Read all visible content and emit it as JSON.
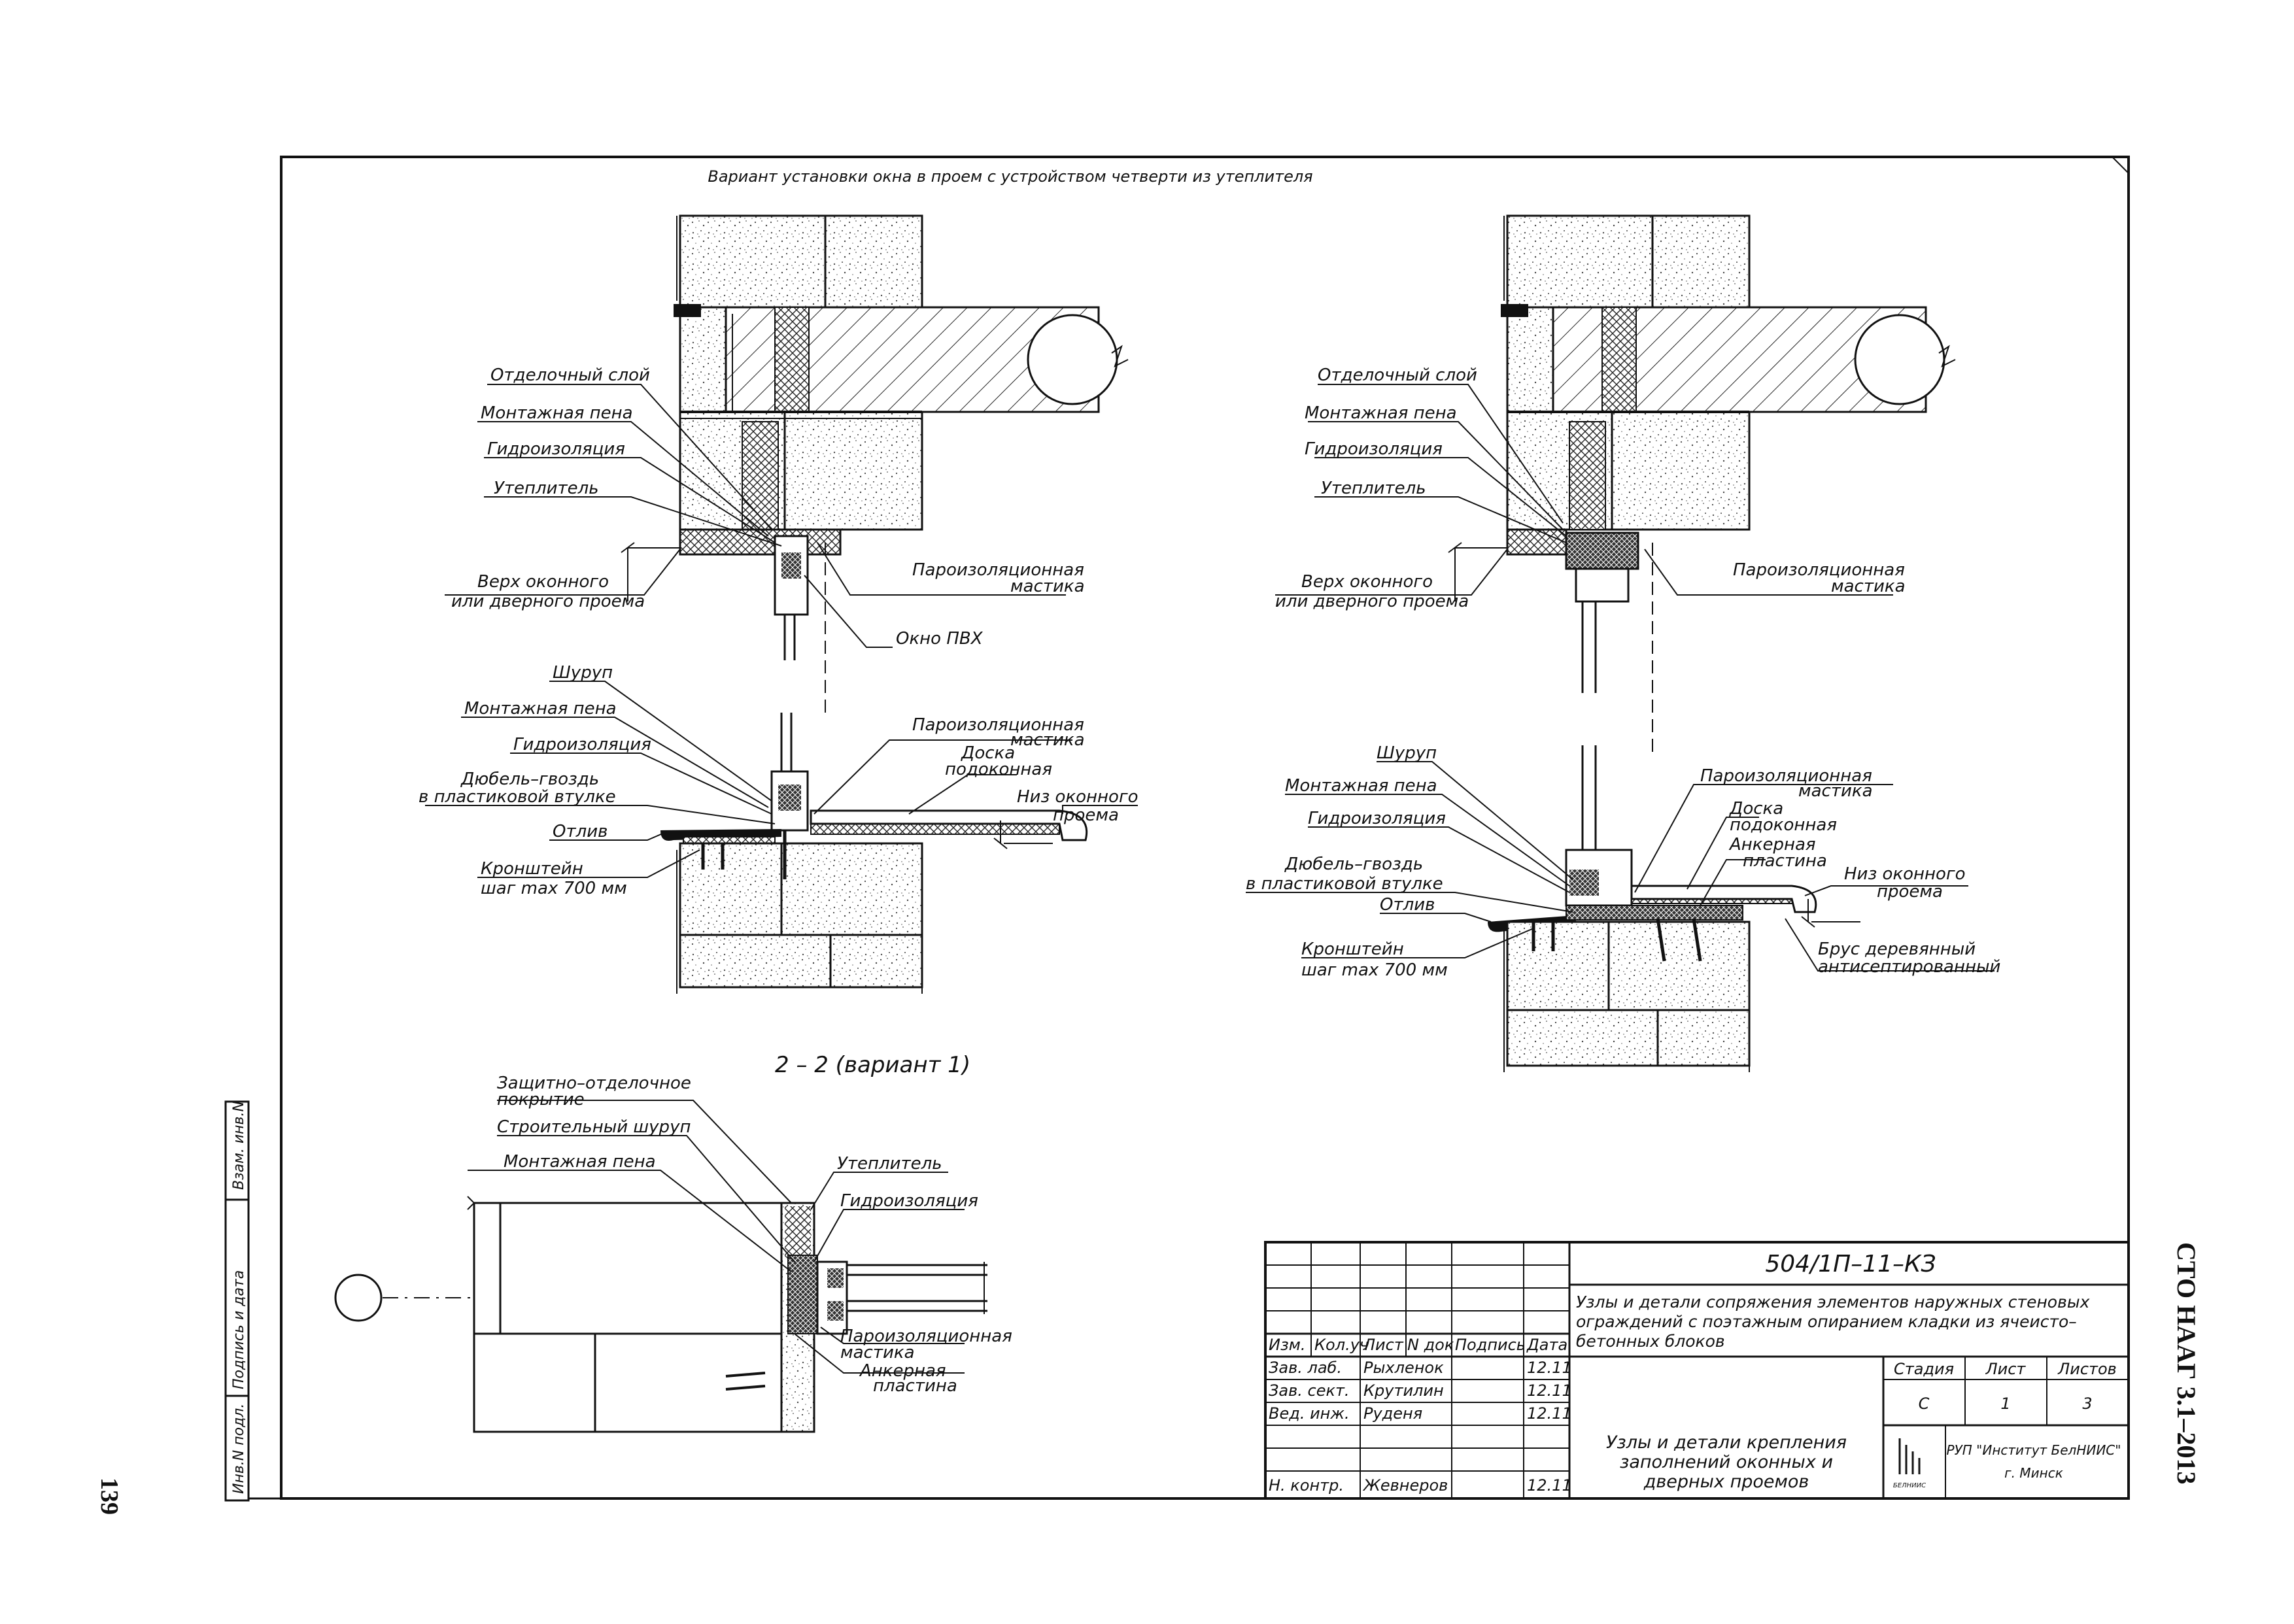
{
  "page_title": "Вариант установки окна в проем с устройством четверти из утеплителя",
  "section_label": "2 – 2 (вариант 1)",
  "top_left_labels": {
    "finish": "Отделочный слой",
    "foam": "Монтажная пена",
    "waterproof": "Гидроизоляция",
    "insulation": "Утеплитель",
    "top_opening_1": "Верх оконного",
    "top_opening_2": "или дверного проема",
    "vapor_1": "Пароизоляционная",
    "vapor_2": "мастика",
    "window": "Окно ПВХ"
  },
  "bottom_left_labels": {
    "screw": "Шуруп",
    "foam": "Монтажная пена",
    "waterproof": "Гидроизоляция",
    "dowel_1": "Дюбель–гвоздь",
    "dowel_2": "в пластиковой втулке",
    "drip": "Отлив",
    "bracket_1": "Кронштейн",
    "bracket_2": "шаг max 700 мм",
    "vapor_1": "Пароизоляционная",
    "vapor_2": "мастика",
    "sill_1": "Доска",
    "sill_2": "подоконная",
    "bottom_opening_1": "Низ оконного",
    "bottom_opening_2": "проема"
  },
  "top_right_labels": {
    "finish": "Отделочный слой",
    "foam": "Монтажная пена",
    "waterproof": "Гидроизоляция",
    "insulation": "Утеплитель",
    "top_opening_1": "Верх оконного",
    "top_opening_2": "или дверного проема",
    "vapor_1": "Пароизоляционная",
    "vapor_2": "мастика"
  },
  "bottom_right_labels": {
    "screw": "Шуруп",
    "foam": "Монтажная пена",
    "waterproof": "Гидроизоляция",
    "dowel_1": "Дюбель–гвоздь",
    "dowel_2": "в пластиковой втулке",
    "drip": "Отлив",
    "bracket_1": "Кронштейн",
    "bracket_2": "шаг max 700 мм",
    "vapor_1": "Пароизоляционная",
    "vapor_2": "мастика",
    "sill_1": "Доска",
    "sill_2": "подоконная",
    "anchor_1": "Анкерная",
    "anchor_2": "пластина",
    "bottom_opening_1": "Низ оконного",
    "bottom_opening_2": "проема",
    "timber_1": "Брус деревянный",
    "timber_2": "антисептированный"
  },
  "section_labels": {
    "protective_1": "Защитно–отделочное",
    "protective_2": "покрытие",
    "construction_screw": "Строительный шуруп",
    "foam": "Монтажная пена",
    "insulation": "Утеплитель",
    "waterproof": "Гидроизоляция",
    "vapor_1": "Пароизоляционная",
    "vapor_2": "мастика",
    "anchor_1": "Анкерная",
    "anchor_2": "пластина"
  },
  "title_block": {
    "code": "504/1П–11–КЗ",
    "description_1": "Узлы и детали сопряжения элементов наружных стеновых",
    "description_2": "ограждений с поэтажным опиранием кладки из ячеисто–",
    "description_3": "бетонных блоков",
    "drawing_1": "Узлы и детали крепления",
    "drawing_2": "заполнений оконных и",
    "drawing_3": "дверных проемов",
    "headers": [
      "Изм.",
      "Кол.уч",
      "Лист",
      "N док",
      "Подпись",
      "Дата"
    ],
    "rows": [
      {
        "role": "Зав. лаб.",
        "name": "Рыхленок",
        "date": "12.11"
      },
      {
        "role": "Зав. сект.",
        "name": "Крутилин",
        "date": "12.11"
      },
      {
        "role": "Вед. инж.",
        "name": "Руденя",
        "date": "12.11"
      },
      {
        "role": "Н. контр.",
        "name": "Жевнеров",
        "date": "12.11"
      }
    ],
    "stage_header": "Стадия",
    "sheet_header": "Лист",
    "sheets_header": "Листов",
    "stage": "С",
    "sheet": "1",
    "sheets": "3",
    "org_1": "РУП \"Институт БелНИИС\"",
    "org_2": "г. Минск",
    "logo_text": "БЕЛНИИС"
  },
  "side_stamp": {
    "inv_orig": "Инв.N подл.",
    "sign_date": "Подпись и дата",
    "replace_inv": "Взам. инв.N"
  },
  "standard": "СТО НААГ 3.1–2013",
  "page_number": "139"
}
